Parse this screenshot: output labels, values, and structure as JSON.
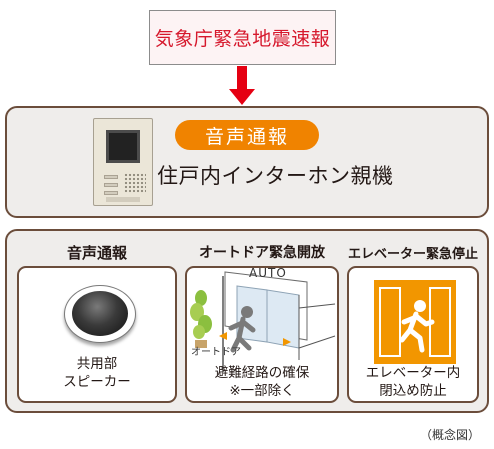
{
  "source": {
    "label": "気象庁緊急地震速報"
  },
  "intercom": {
    "badge": "音声通報",
    "device_name": "住戸内インターホン親機"
  },
  "features": [
    {
      "title": "音声通報",
      "caption_lines": [
        "共用部",
        "スピーカー"
      ],
      "icon": "speaker-icon"
    },
    {
      "title": "オートドア緊急開放",
      "door_sign": "AUTO",
      "door_label": "オートドア",
      "caption_lines": [
        "避難経路の確保",
        "※一部除く"
      ],
      "icon": "auto-door-icon"
    },
    {
      "title": "エレベーター緊急停止",
      "caption_lines": [
        "エレベーター内",
        "閉込め防止"
      ],
      "icon": "elevator-exit-icon"
    }
  ],
  "footnote": "（概念図）",
  "colors": {
    "alert_red": "#e50012",
    "badge_orange": "#f08300",
    "panel_border": "#6b4d3b",
    "panel_fill": "#efedeb",
    "sign_orange": "#f29600"
  }
}
